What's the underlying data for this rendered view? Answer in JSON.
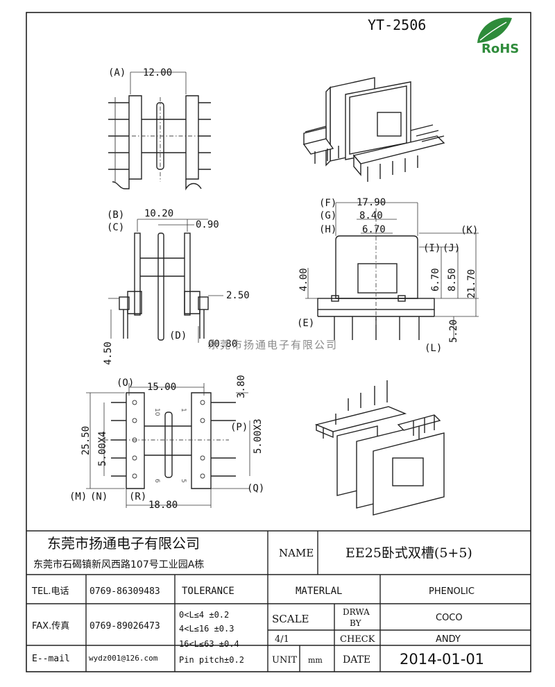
{
  "part_number": "YT-2506",
  "rohs_text": "RoHS",
  "watermark": "东莞市扬通电子有限公司",
  "dimensions": {
    "A": "(A)",
    "A_val": "12.00",
    "B": "(B)",
    "B_val": "10.20",
    "C": "(C)",
    "C_val": "0.90",
    "slot_val": "2.50",
    "D": "(D)",
    "D_val": "Ø0.80",
    "pin_len": "4.50",
    "F": "(F)",
    "F_val": "17.90",
    "G": "(G)",
    "G_val": "8.40",
    "H": "(H)",
    "H_val": "6.70",
    "K": "(K)",
    "I": "(I)",
    "J": "(J)",
    "I_val": "6.70",
    "J_val": "8.50",
    "K_val": "21.70",
    "E": "(E)",
    "E_val": "4.00",
    "L": "(L)",
    "L_val": "5.20",
    "O": "(O)",
    "O_val": "15.00",
    "top_gap": "3.80",
    "P": "(P)",
    "P_val": "5.00X3",
    "total_h": "25.50",
    "N_val": "5.00X4",
    "M": "(M)",
    "N": "(N)",
    "R": "(R)",
    "R_val": "18.80",
    "Q": "(Q)"
  },
  "pin_numbers": [
    "10",
    "6",
    "1",
    "5"
  ],
  "title_block": {
    "company_name": "东莞市扬通电子有限公司",
    "company_address": "东莞市石碣镇新风西路107号工业园A栋",
    "name_label": "NAME",
    "name_value": "EE25卧式双槽(5+5)",
    "tel_label": "TEL.电话",
    "tel_value": "0769-86309483",
    "tolerance_label": "TOLERANCE",
    "material_label": "MATERLAL",
    "material_value": "PHENOLIC",
    "fax_label": "FAX.传真",
    "fax_value": "0769-89026473",
    "tol_1": "0<L≤4    ±0.2",
    "tol_2": "4<L≤16   ±0.3",
    "tol_3": "16<L≤63 ±0.4",
    "tol_4": "Pin pitch±0.2",
    "scale_label": "SCALE",
    "scale_value": "4/1",
    "drawn_by_label_1": "DRWA",
    "drawn_by_label_2": "BY",
    "drawn_by_value": "COCO",
    "check_label": "CHECK",
    "check_value": "ANDY",
    "email_label": "E--mail",
    "email_value": "wydz001@126.com",
    "unit_label": "UNIT",
    "unit_value": "mm",
    "date_label": "DATE",
    "date_value": "2014-01-01"
  },
  "colors": {
    "rohs_green": "#2e8b3a",
    "line": "#222222"
  }
}
